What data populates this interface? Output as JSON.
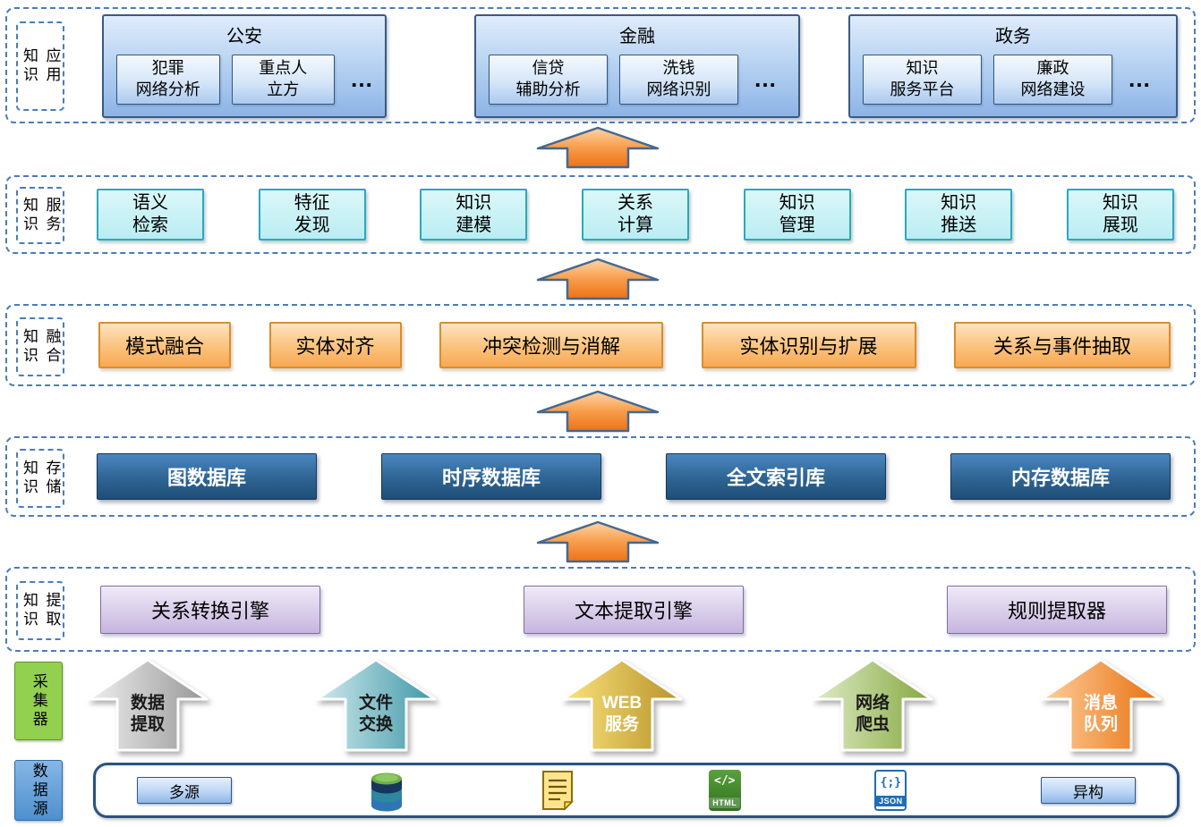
{
  "palette": {
    "layer_dash_border": "#4a7cb8",
    "application_box_blue": "#9dc3ef",
    "service_box_cyan": "#b9edf2",
    "service_border": "#2aa9bd",
    "fusion_box_orange": "#f8a854",
    "storage_box_blue": "#1f4e79",
    "extraction_box_purple": "#c6b5de",
    "flow_arrow_orange": "#ed7d31",
    "collector_label_green": "#92d050",
    "datasource_label_blue": "#5b9bd5",
    "collector_arrow_colors": {
      "data_extract": "#a6a6a6",
      "file_exchange": "#4c9fae",
      "web_service": "#cfa72e",
      "web_crawler": "#8ca953",
      "message_queue": "#e8700f"
    }
  },
  "layers": {
    "application": {
      "label": "知识\n应用",
      "groups": [
        {
          "title": "公安",
          "items": [
            "犯罪\n网络分析",
            "重点人\n立方"
          ],
          "more": "…"
        },
        {
          "title": "金融",
          "items": [
            "信贷\n辅助分析",
            "洗钱\n网络识别"
          ],
          "more": "…"
        },
        {
          "title": "政务",
          "items": [
            "知识\n服务平台",
            "廉政\n网络建设"
          ],
          "more": "…"
        }
      ]
    },
    "service": {
      "label": "知识\n服务",
      "boxes": [
        "语义\n检索",
        "特征\n发现",
        "知识\n建模",
        "关系\n计算",
        "知识\n管理",
        "知识\n推送",
        "知识\n展现"
      ]
    },
    "fusion": {
      "label": "知识\n融合",
      "boxes": [
        "模式融合",
        "实体对齐",
        "冲突检测与消解",
        "实体识别与扩展",
        "关系与事件抽取"
      ]
    },
    "storage": {
      "label": "知识\n存储",
      "boxes": [
        "图数据库",
        "时序数据库",
        "全文索引库",
        "内存数据库"
      ]
    },
    "extraction": {
      "label": "知识\n提取",
      "boxes": [
        "关系转换引擎",
        "文本提取引擎",
        "规则提取器"
      ]
    },
    "collector": {
      "label": "采集器",
      "arrows": [
        {
          "text": "数据\n提取",
          "color": "#a6a6a6"
        },
        {
          "text": "文件\n交换",
          "color": "#4c9fae"
        },
        {
          "text": "WEB\n服务",
          "color": "#cfa72e"
        },
        {
          "text": "网络\n爬虫",
          "color": "#8ca953"
        },
        {
          "text": "消息\n队列",
          "color": "#e8700f"
        }
      ]
    },
    "datasource": {
      "label": "数据源",
      "multi_source": "多源",
      "heterogeneous": "异构",
      "icons": [
        "database-icon",
        "document-icon",
        "html-file-icon",
        "json-file-icon"
      ],
      "html_icon_glyph": "</>",
      "html_icon_label": "HTML",
      "json_icon_glyph": "{;}",
      "json_icon_label": "JSON"
    }
  }
}
